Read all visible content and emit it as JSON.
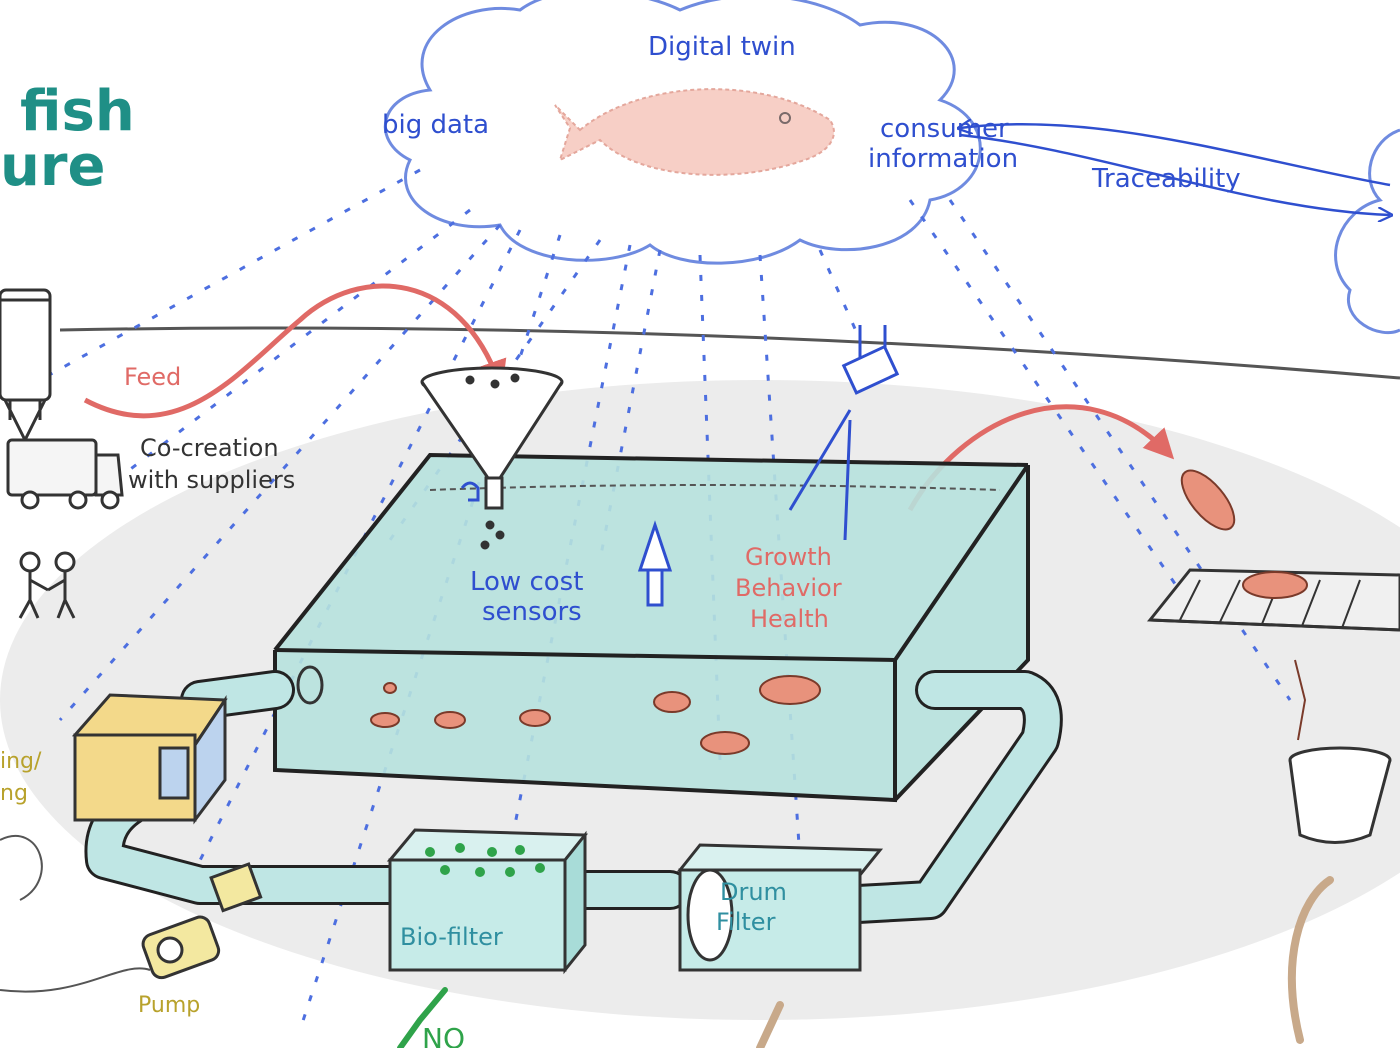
{
  "title": {
    "line1": "fish",
    "line2": "ure"
  },
  "cloud": {
    "heading": "Digital twin",
    "left": "big data",
    "right_line1": "consumer",
    "right_line2": "information"
  },
  "traceability": "Traceability",
  "feed": "Feed",
  "cocreation": {
    "line1": "Co-creation",
    "line2": "with suppliers"
  },
  "sensors": {
    "line1": "Low cost",
    "line2": "sensors"
  },
  "growth": {
    "line1": "Growth",
    "line2": "Behavior",
    "line3": "Health"
  },
  "left_partial": {
    "line1": "ing/",
    "line2": "ng"
  },
  "biofilter": "Bio-filter",
  "drumfilter": {
    "line1": "Drum",
    "line2": "Filter"
  },
  "pump": "Pump",
  "no": "NO",
  "colors": {
    "ink_blue": "#2f4fcf",
    "feed_red": "#e06a66",
    "title_teal": "#1f8f86",
    "water": "#9fd8d6",
    "pipe": "#bfe6e4",
    "box_yellow": "#f3d98a",
    "box_blue": "#bcd3ee",
    "fish": "#e8927c",
    "ground": "#ececec"
  },
  "icons": [
    "silo-icon",
    "truck-icon",
    "handshake-icon",
    "funnel-icon",
    "camera-icon",
    "sensor-probe-icon",
    "fish-icon",
    "conveyor-icon",
    "bin-icon",
    "pump-icon",
    "checkmark-icon"
  ]
}
